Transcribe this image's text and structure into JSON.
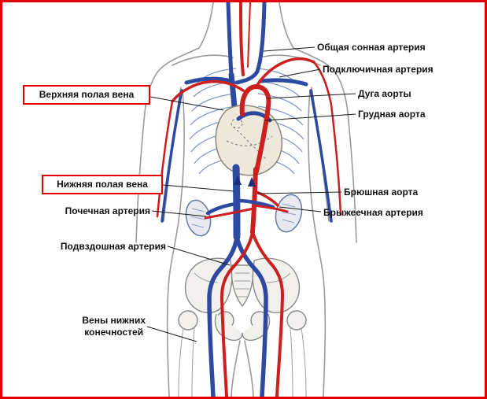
{
  "diagram": {
    "labels": {
      "common_carotid": "Общая сонная артерия",
      "subclavian": "Подключичная артерия",
      "aortic_arch": "Дуга аорты",
      "thoracic_aorta": "Грудная аорта",
      "superior_vena_cava": "Верхняя полая вена",
      "inferior_vena_cava": "Нижняя полая вена",
      "abdominal_aorta": "Брюшная аорта",
      "renal_artery": "Почечная артерия",
      "mesenteric_artery": "Брыжеечная артерия",
      "iliac_artery": "Подвздошная артерия",
      "leg_veins_line1": "Вены нижних",
      "leg_veins_line2": "конечностей"
    },
    "colors": {
      "artery": "#cc1f1f",
      "vein": "#2e4aa0",
      "highlight_box": "#e40000",
      "border": "#e40000"
    }
  }
}
